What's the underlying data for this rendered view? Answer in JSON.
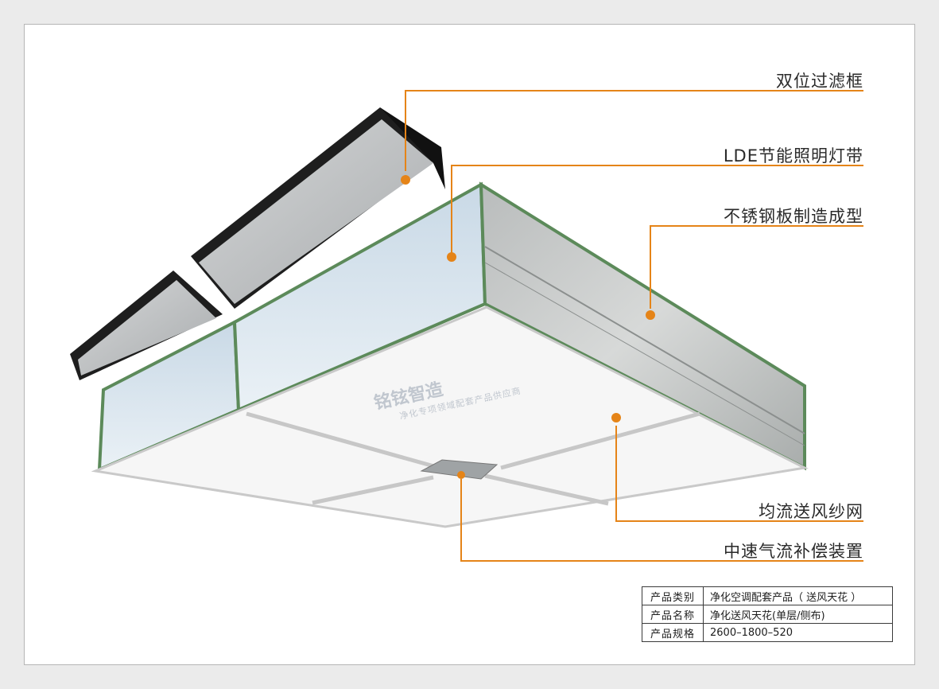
{
  "callouts": [
    {
      "text": "双位过滤框"
    },
    {
      "text": "LDE节能照明灯带"
    },
    {
      "text": "不锈钢板制造成型"
    },
    {
      "text": "均流送风纱网"
    },
    {
      "text": "中速气流补偿装置"
    }
  ],
  "spec_table": {
    "rows": [
      {
        "key": "产品类别",
        "value": "净化空调配套产品（ 送风天花 ）"
      },
      {
        "key": "产品名称",
        "value": "净化送风天花(单层/侧布)"
      },
      {
        "key": "产品规格",
        "value": "2600–1800–520"
      }
    ]
  },
  "watermark": {
    "brand": "铭铉智造",
    "tagline": "净化专项领域配套产品供应商"
  },
  "colors": {
    "accent": "#e58418",
    "frame_bg": "#ffffff",
    "page_bg": "#ebebeb"
  }
}
